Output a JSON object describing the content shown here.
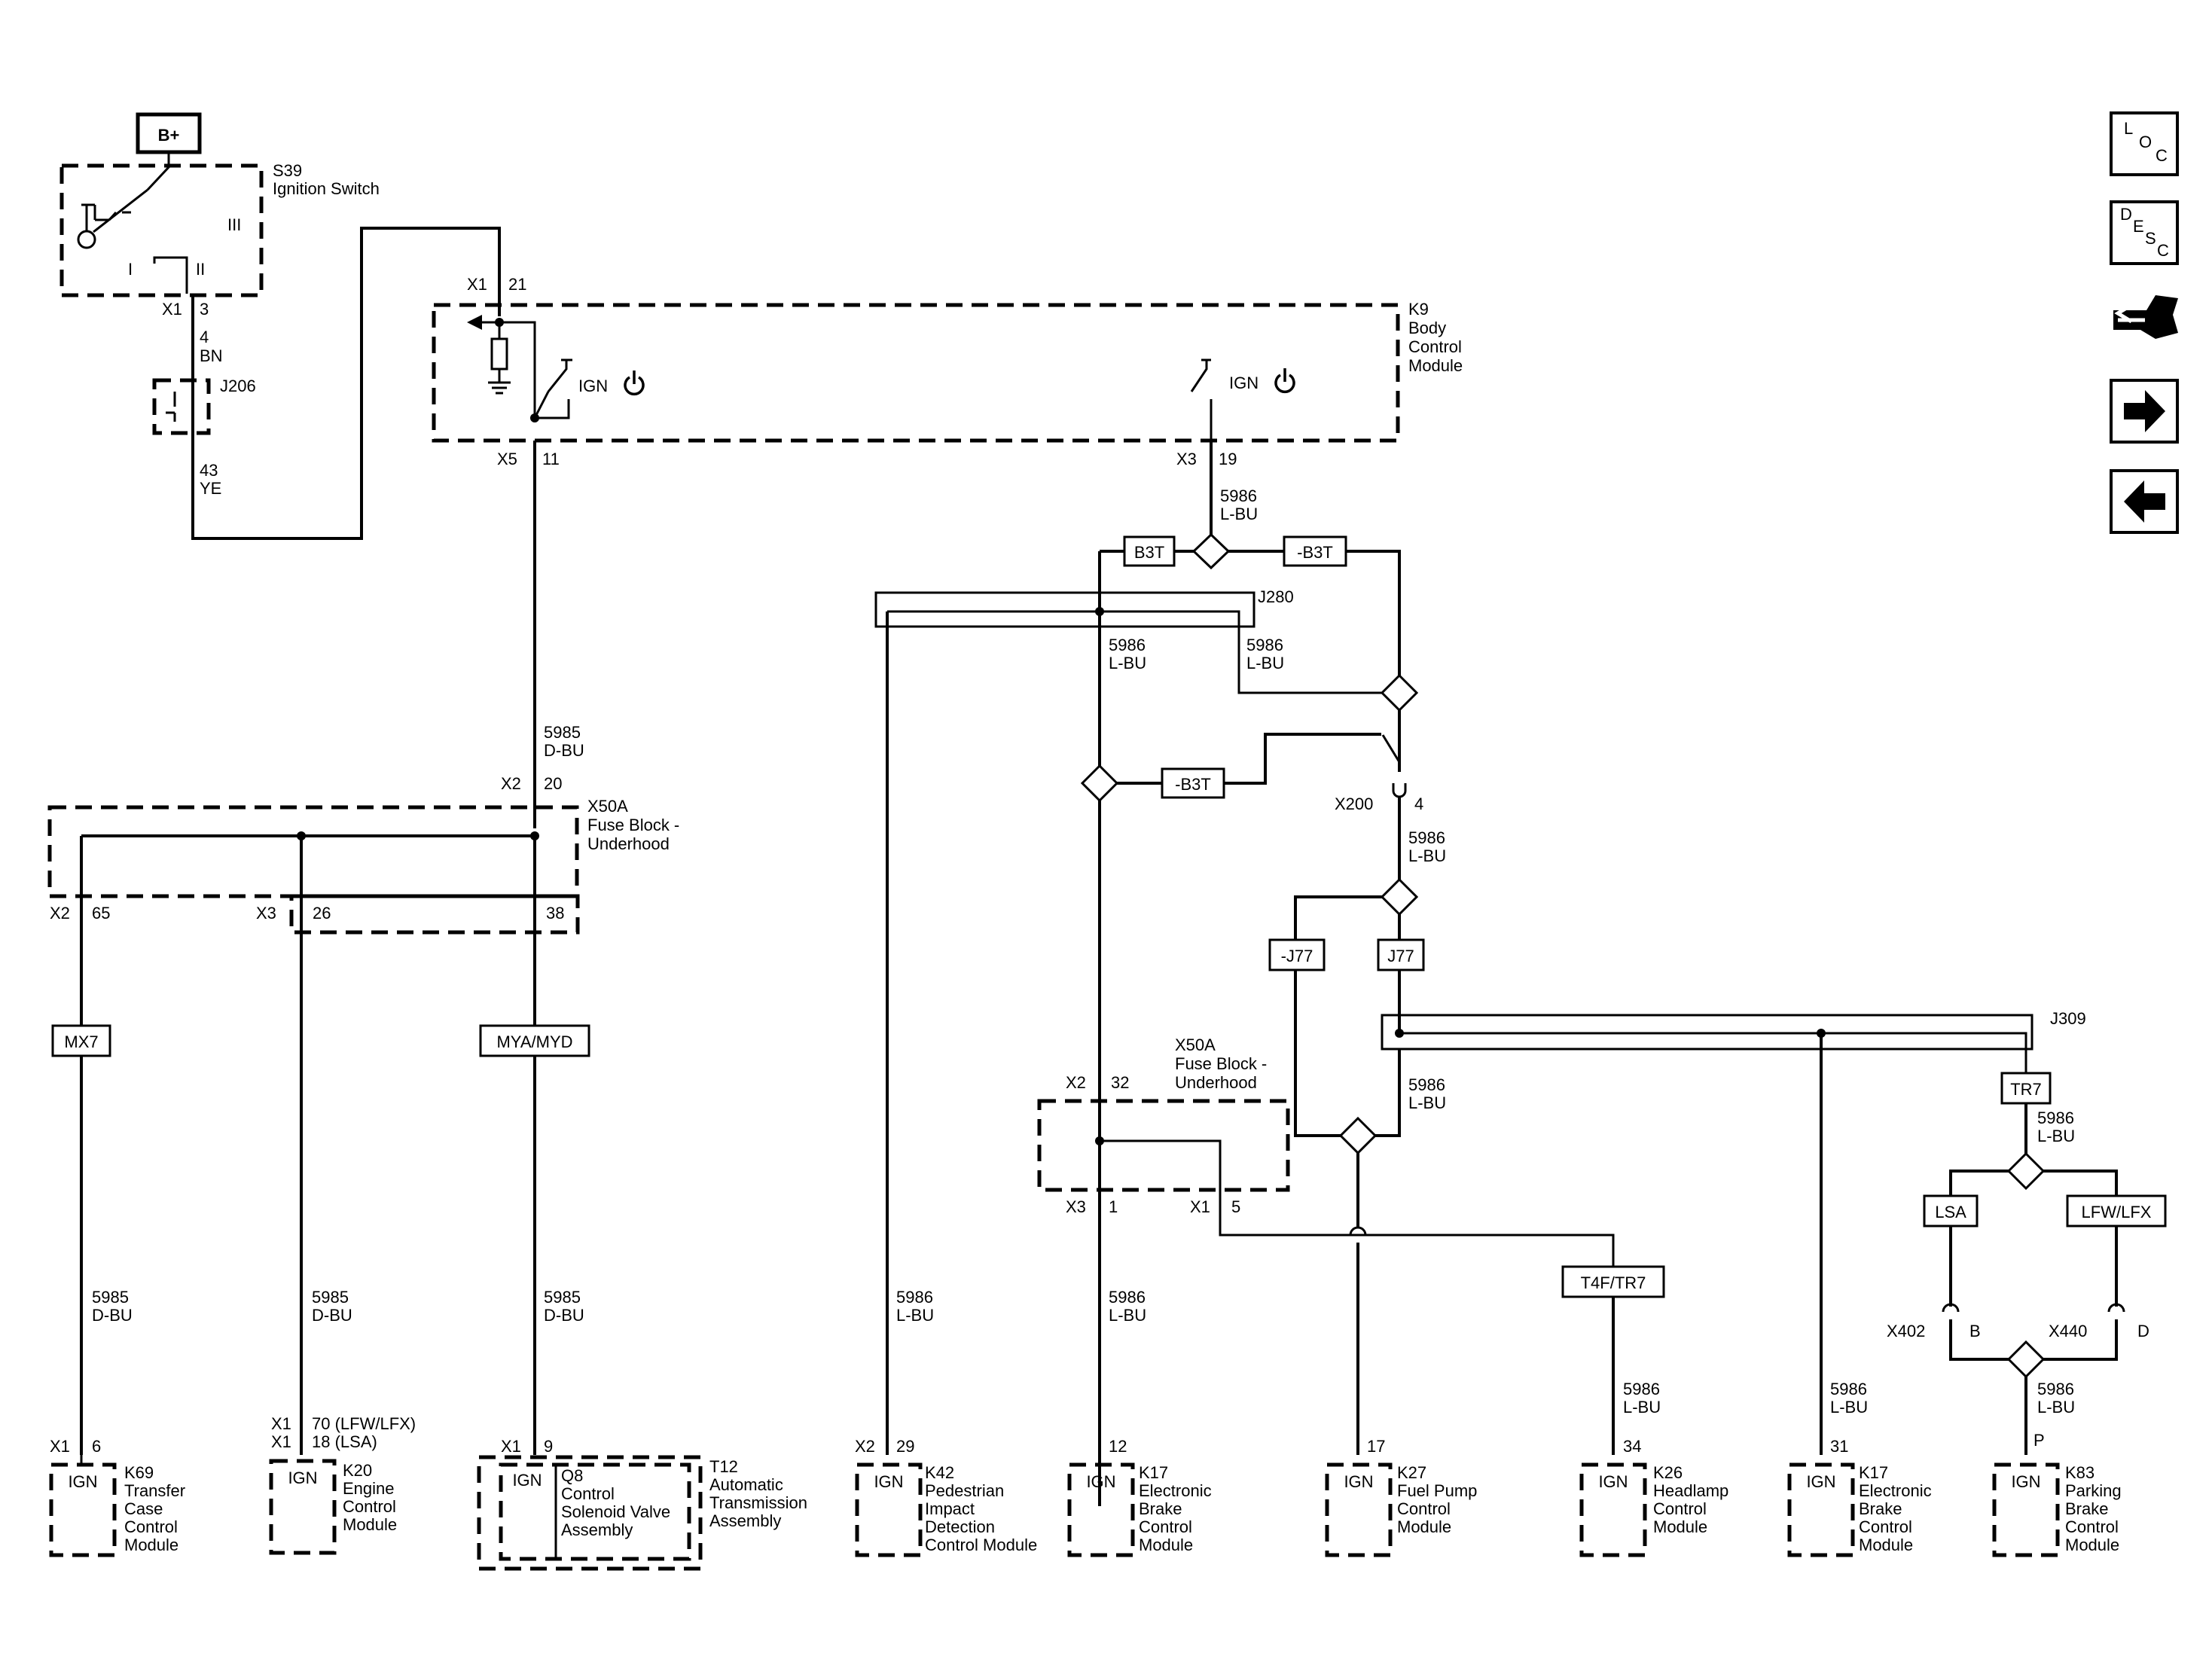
{
  "labels": {
    "battery": "B+",
    "s39_ref": "S39",
    "s39_name": "Ignition Switch",
    "sw_pos_1": "I",
    "sw_pos_2": "II",
    "sw_pos_3": "III",
    "k9_ref": "K9",
    "k9_name_1": "Body",
    "k9_name_2": "Control",
    "k9_name_3": "Module",
    "ign": "IGN",
    "j206": "J206",
    "j280": "J280",
    "j309": "J309",
    "x50a_ref": "X50A",
    "x50a_name_1": "Fuse Block -",
    "x50a_name_2": "Underhood",
    "x200": "X200",
    "x402": "X402",
    "x440": "X440",
    "k69_ref": "K69",
    "k69_1": "Transfer",
    "k69_2": "Case",
    "k69_3": "Control",
    "k69_4": "Module",
    "k20_ref": "K20",
    "k20_1": "Engine",
    "k20_2": "Control",
    "k20_3": "Module",
    "q8_ref": "Q8",
    "q8_1": "Control",
    "q8_2": "Solenoid Valve",
    "q8_3": "Assembly",
    "t12_ref": "T12",
    "t12_1": "Automatic",
    "t12_2": "Transmission",
    "t12_3": "Assembly",
    "k42_ref": "K42",
    "k42_1": "Pedestrian",
    "k42_2": "Impact",
    "k42_3": "Detection",
    "k42_4": "Control Module",
    "k17_ref": "K17",
    "k17_1": "Electronic",
    "k17_2": "Brake",
    "k17_3": "Control",
    "k17_4": "Module",
    "k27_ref": "K27",
    "k27_1": "Fuel Pump",
    "k27_2": "Control",
    "k27_3": "Module",
    "k26_ref": "K26",
    "k26_1": "Headlamp",
    "k26_2": "Control",
    "k26_3": "Module",
    "k83_ref": "K83",
    "k83_1": "Parking",
    "k83_2": "Brake",
    "k83_3": "Control",
    "k83_4": "Module"
  },
  "connectors": {
    "x1": "X1",
    "x2": "X2",
    "x3": "X3",
    "x5": "X5",
    "p3": "3",
    "p21": "21",
    "p11": "11",
    "p19": "19",
    "p20": "20",
    "p65": "65",
    "p26": "26",
    "p38": "38",
    "p32": "32",
    "p1": "1",
    "p5": "5",
    "p4": "4",
    "pB": "B",
    "pD": "D",
    "pP": "P",
    "p6": "6",
    "p70": "70 (LFW/LFX)",
    "p18": "18 (LSA)",
    "p9": "9",
    "p29": "29",
    "p12": "12",
    "p17": "17",
    "p34": "34",
    "p31": "31"
  },
  "wires": {
    "c4": "4",
    "bn": "BN",
    "c43": "43",
    "ye": "YE",
    "c5985": "5985",
    "dbu": "D-BU",
    "c5986": "5986",
    "lbu": "L-BU"
  },
  "options": {
    "b3t": "B3T",
    "nb3t": "-B3T",
    "j77": "J77",
    "nj77": "-J77",
    "mx7": "MX7",
    "myamyd": "MYA/MYD",
    "t4ftr7": "T4F/TR7",
    "tr7": "TR7",
    "lsa": "LSA",
    "lfwlfx": "LFW/LFX"
  },
  "nav": {
    "loc_1": "L",
    "loc_2": "O",
    "loc_3": "C",
    "desc_1": "D",
    "desc_2": "E",
    "desc_3": "S",
    "desc_4": "C",
    "icons": [
      "loc-icon",
      "desc-icon",
      "connector-tool-icon",
      "forward-arrow-icon",
      "back-arrow-icon"
    ]
  }
}
